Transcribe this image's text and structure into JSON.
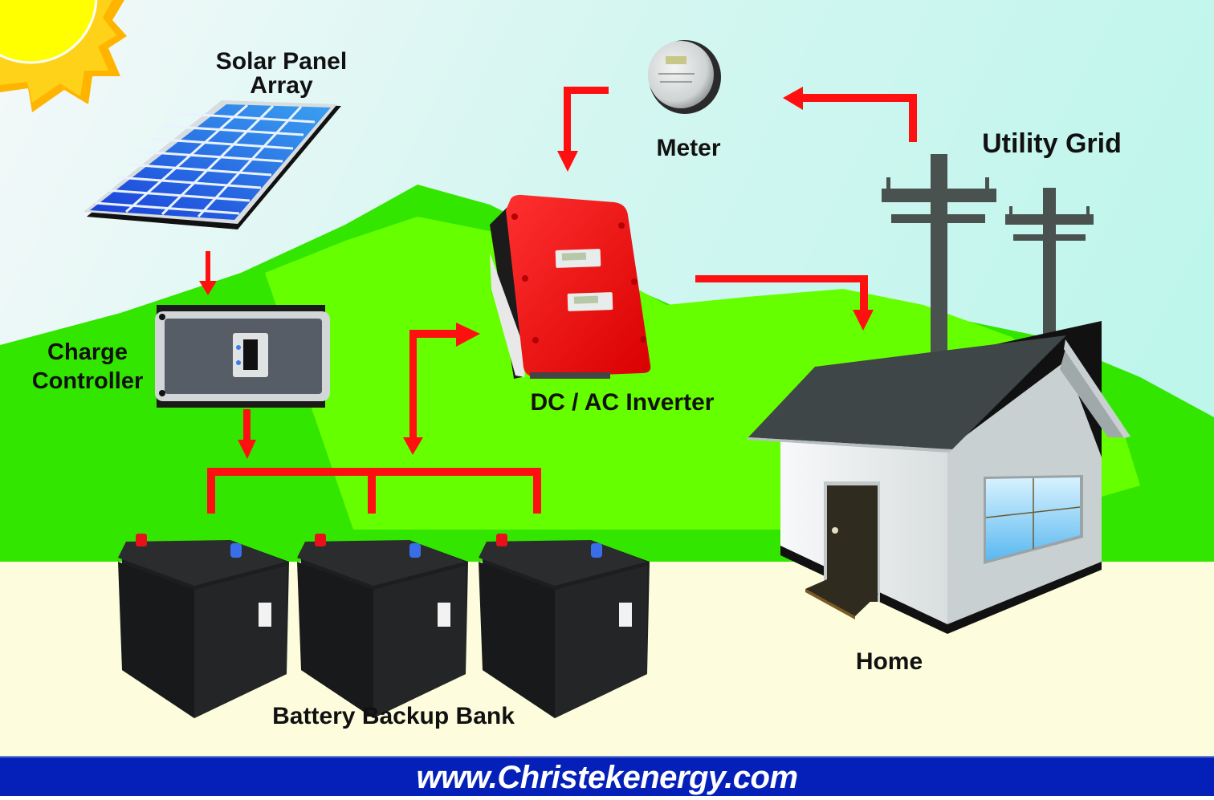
{
  "title": "Off-grid / grid-tie solar system diagram",
  "labels": {
    "solar_panel": "Solar Panel\nArray",
    "solar_panel_line1": "Solar Panel",
    "solar_panel_line2": "Array",
    "charge_controller_line1": "Charge",
    "charge_controller_line2": "Controller",
    "inverter": "DC / AC Inverter",
    "meter": "Meter",
    "utility_grid": "Utility Grid",
    "home": "Home",
    "battery_bank": "Battery Backup Bank"
  },
  "footer": {
    "website": "www.Christekenergy.com"
  },
  "components": [
    {
      "id": "sun",
      "icon": "sun-icon"
    },
    {
      "id": "solar-panel",
      "icon": "solar-panel-icon"
    },
    {
      "id": "charge-controller",
      "icon": "charge-controller-icon"
    },
    {
      "id": "inverter",
      "icon": "inverter-icon"
    },
    {
      "id": "meter",
      "icon": "meter-icon"
    },
    {
      "id": "utility-poles",
      "icon": "utility-pole-icon",
      "count": 2
    },
    {
      "id": "home",
      "icon": "house-icon"
    },
    {
      "id": "batteries",
      "icon": "battery-icon",
      "count": 3
    }
  ],
  "flows": [
    {
      "from": "Solar Panel Array",
      "to": "Charge Controller",
      "direction": "one-way"
    },
    {
      "from": "Charge Controller",
      "to": "Battery Backup Bank",
      "direction": "one-way"
    },
    {
      "from": "Battery Backup Bank",
      "to": "DC / AC Inverter",
      "direction": "two-way"
    },
    {
      "from": "DC / AC Inverter",
      "to": "Home",
      "direction": "one-way"
    },
    {
      "from": "Utility Grid",
      "to": "Meter",
      "direction": "one-way"
    },
    {
      "from": "Meter",
      "to": "DC / AC Inverter",
      "direction": "one-way"
    }
  ],
  "colors": {
    "sky_top": "#f2f8f8",
    "sky": "#c4f5ee",
    "hill_dark": "#33e600",
    "hill_light": "#66ff00",
    "ground": "#fdfcdc",
    "arrow": "#ff1010",
    "footer_bg": "#0520b8",
    "footer_text": "#ffffff",
    "pole": "#4a524f",
    "roof": "#3f4648"
  }
}
